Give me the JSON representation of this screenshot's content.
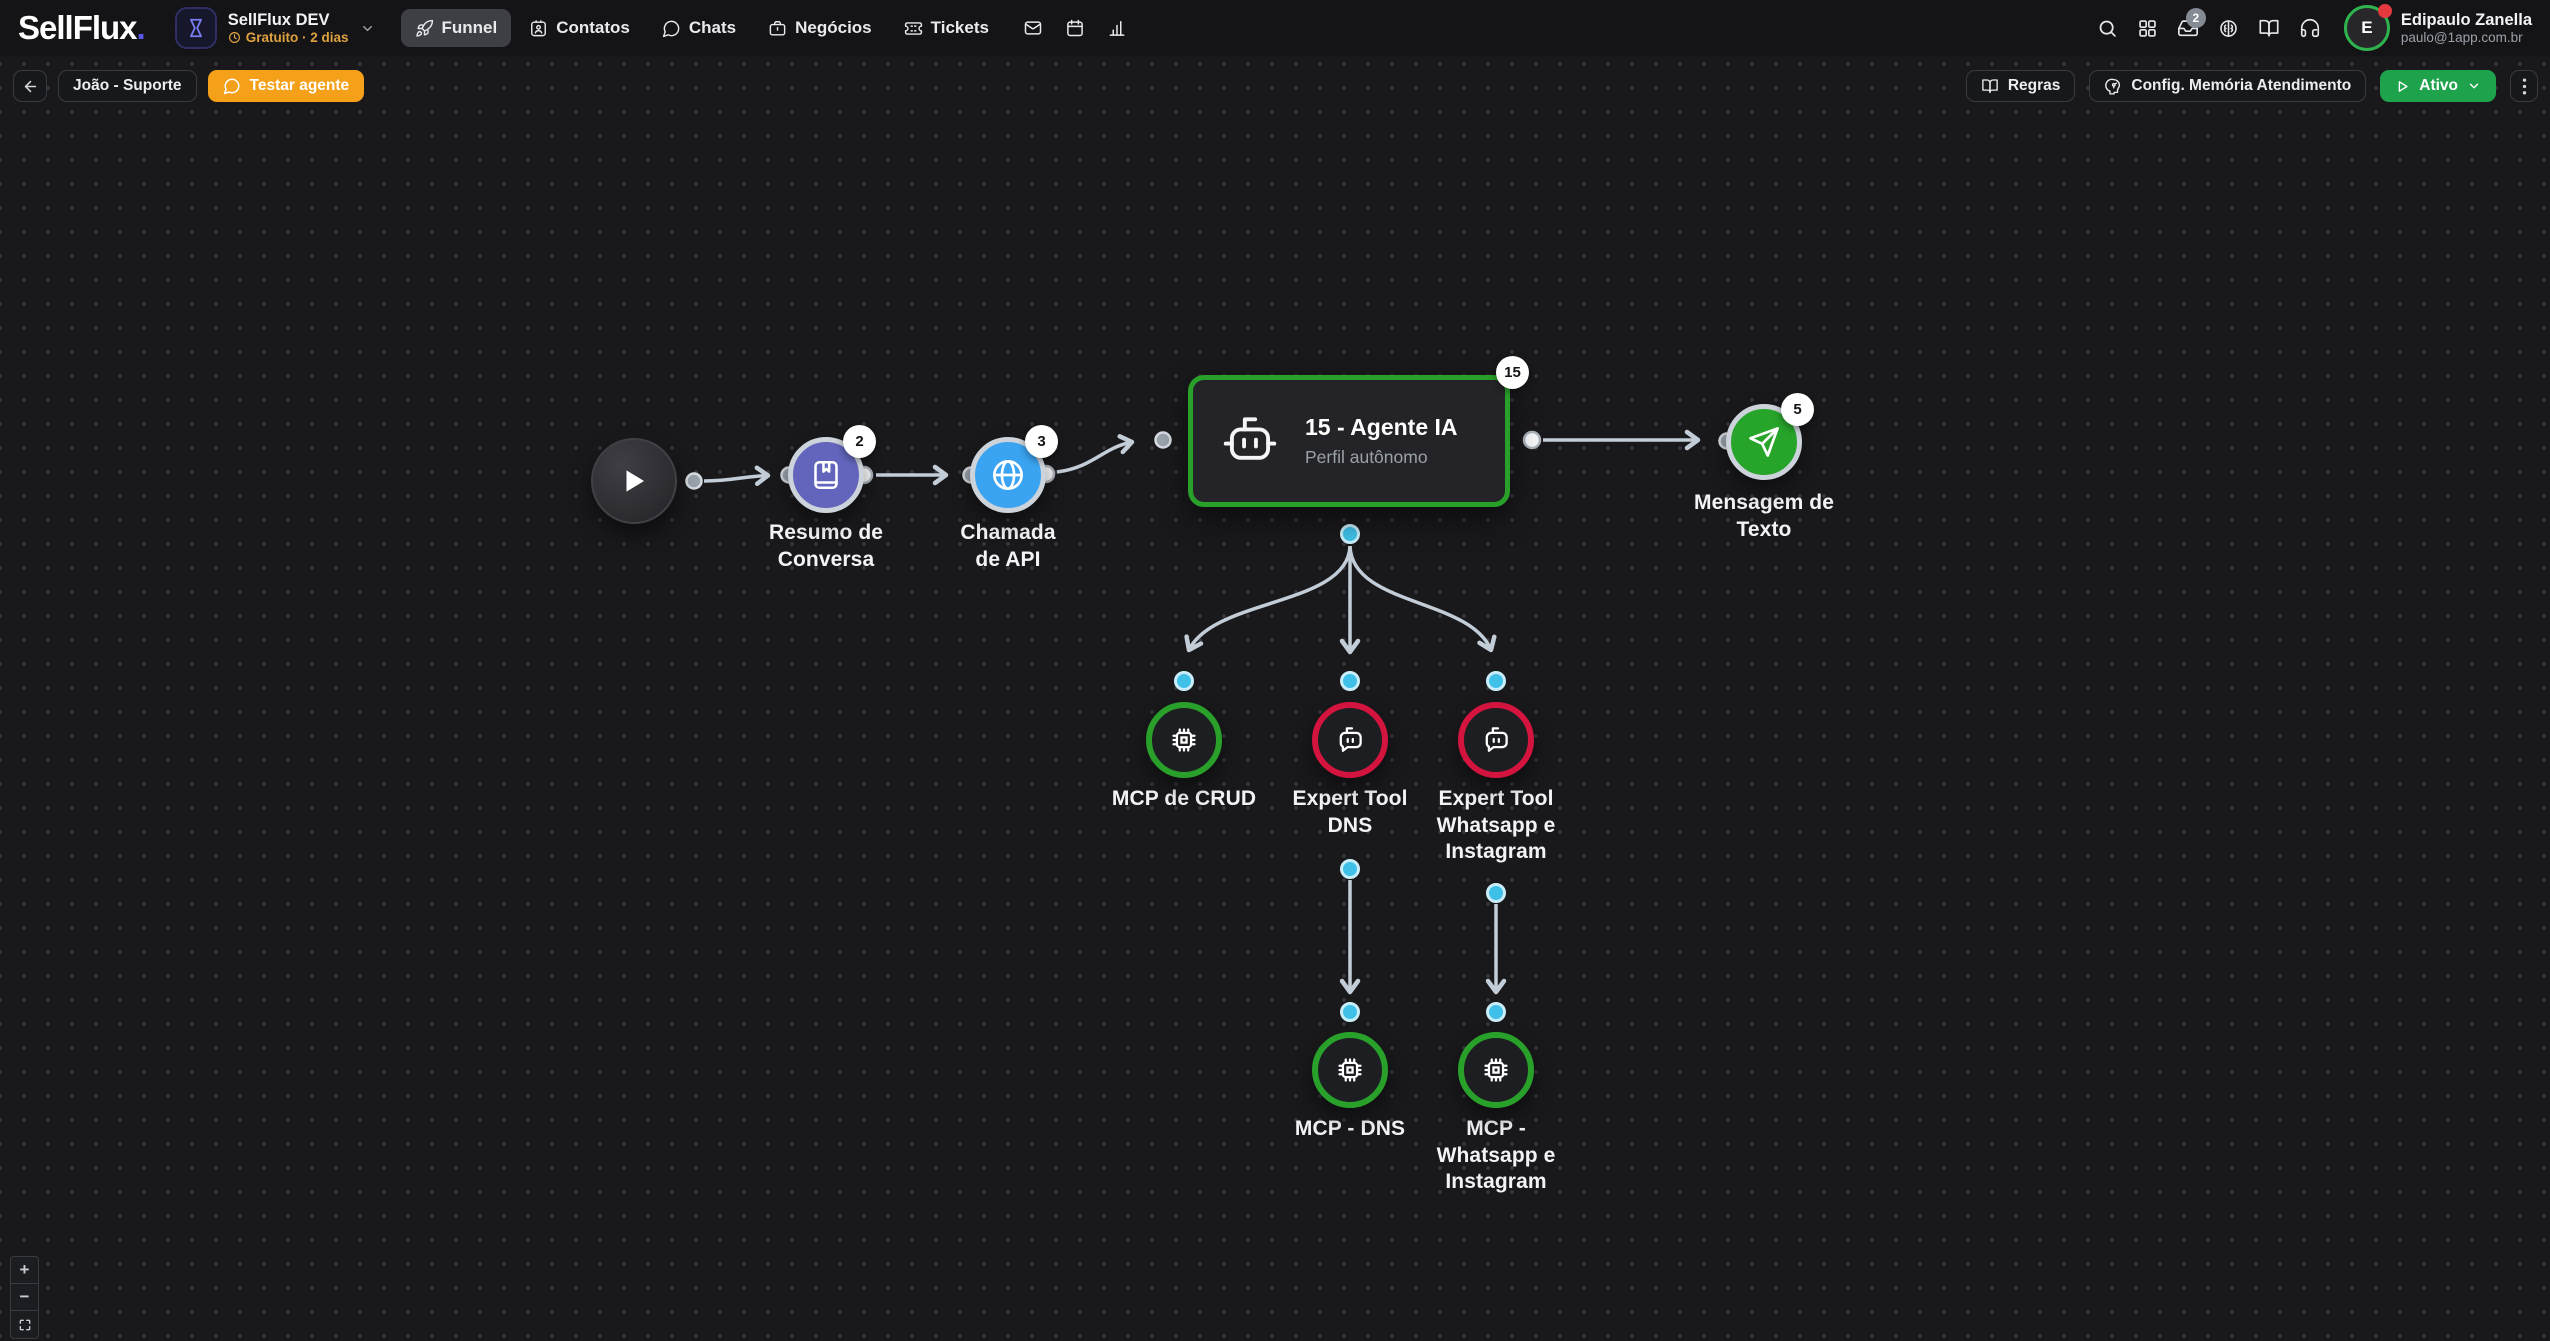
{
  "brand": {
    "logo_text": "SellFlux",
    "logo_dot": "."
  },
  "workspace": {
    "name": "SellFlux DEV",
    "plan_badge": "Gratuito · 2 dias"
  },
  "nav": {
    "items": [
      {
        "label": "Funnel",
        "active": true
      },
      {
        "label": "Contatos",
        "active": false
      },
      {
        "label": "Chats",
        "active": false
      },
      {
        "label": "Negócios",
        "active": false
      },
      {
        "label": "Tickets",
        "active": false
      }
    ]
  },
  "topbar": {
    "inbox_badge": "2"
  },
  "user": {
    "name": "Edipaulo Zanella",
    "email": "paulo@1app.com.br",
    "initial": "E"
  },
  "toolbar": {
    "funnel_name": "João - Suporte",
    "test_agent": "Testar agente",
    "rules": "Regras",
    "memory_config": "Config. Memória Atendimento",
    "status": "Ativo"
  },
  "flow": {
    "nodes": [
      {
        "id": "start",
        "type": "start-trigger"
      },
      {
        "id": "resumo",
        "label": "Resumo de Conversa",
        "badge": "2",
        "color": "#6265bb",
        "icon": "book-icon"
      },
      {
        "id": "chamada",
        "label": "Chamada de API",
        "badge": "3",
        "color": "#3aa4f2",
        "icon": "globe-icon"
      },
      {
        "id": "agente",
        "label": "15 - Agente IA",
        "subtitle": "Perfil autônomo",
        "badge": "15",
        "border": "#28a02a",
        "icon": "robot-icon"
      },
      {
        "id": "mensagem",
        "label": "Mensagem de Texto",
        "badge": "5",
        "color": "#27a42a",
        "icon": "send-icon"
      },
      {
        "id": "mcp-crud",
        "label": "MCP de CRUD",
        "ring": "#28a02a",
        "icon": "chip-icon"
      },
      {
        "id": "expert-dns",
        "label": "Expert Tool DNS",
        "ring": "#d2143f",
        "icon": "bot-bubble-icon"
      },
      {
        "id": "expert-whatsapp",
        "label": "Expert Tool Whatsapp e Instagram",
        "ring": "#d2143f",
        "icon": "bot-bubble-icon"
      },
      {
        "id": "mcp-dns",
        "label": "MCP - DNS",
        "ring": "#28a02a",
        "icon": "chip-icon"
      },
      {
        "id": "mcp-whatsapp",
        "label": "MCP - Whatsapp e Instagram",
        "ring": "#28a02a",
        "icon": "chip-icon"
      }
    ]
  },
  "zoom_controls": {
    "zoom_in": "+",
    "zoom_out": "−"
  },
  "colors": {
    "canvas_bg": "#19191c",
    "topbar_bg": "#141417",
    "edge": "#c3cdd7",
    "purple_node": "#6265bb",
    "blue_node": "#3aa4f2",
    "green_node": "#27a42a",
    "green_ring": "#28a02a",
    "red_ring": "#d2143f",
    "cyan_port": "#3fc0e8",
    "orange_button": "#f5a019",
    "green_button": "#1ea24b",
    "accent_logo": "#5956e9",
    "plan_text": "#dfa23f"
  }
}
